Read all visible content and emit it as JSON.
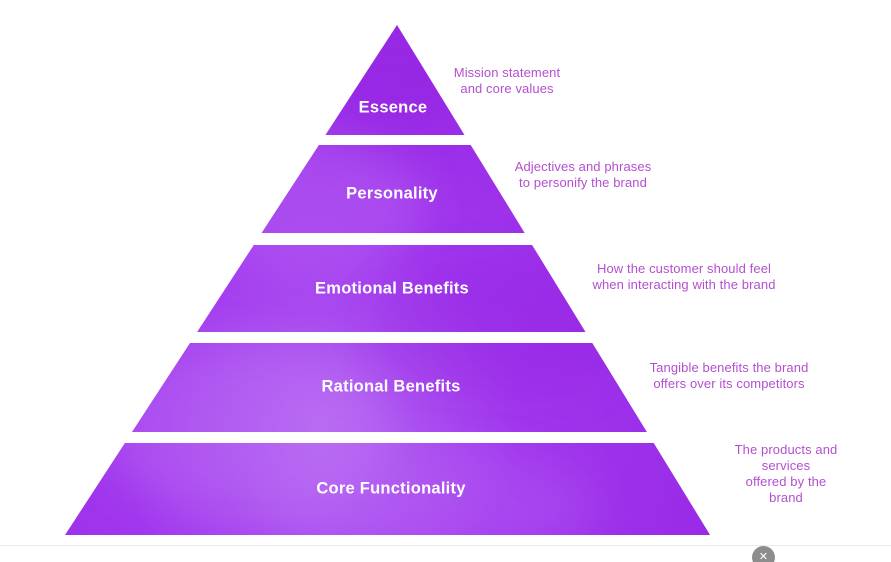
{
  "diagram": {
    "name": "brand-pyramid",
    "tiers": [
      {
        "id": "essence",
        "label": "Essence",
        "description": "Mission statement\nand core values"
      },
      {
        "id": "personality",
        "label": "Personality",
        "description": "Adjectives and phrases\nto personify the brand"
      },
      {
        "id": "emotional-benefits",
        "label": "Emotional Benefits",
        "description": "How the customer should feel\nwhen interacting with the brand"
      },
      {
        "id": "rational-benefits",
        "label": "Rational Benefits",
        "description": "Tangible benefits the brand\noffers over its competitors"
      },
      {
        "id": "core-functionality",
        "label": "Core Functionality",
        "description": "The products and services\noffered by the brand"
      }
    ]
  },
  "colors": {
    "pyramid_fill": "#A137EE",
    "pyramid_highlight": "#B566F2",
    "pyramid_shadow": "#9524E2",
    "tier_label_text": "#FFFFFF",
    "description_text": "#B44FD0",
    "background": "#FFFFFF",
    "close_button_bg": "#8D8D8D"
  },
  "close_button": {
    "symbol": "✕"
  }
}
